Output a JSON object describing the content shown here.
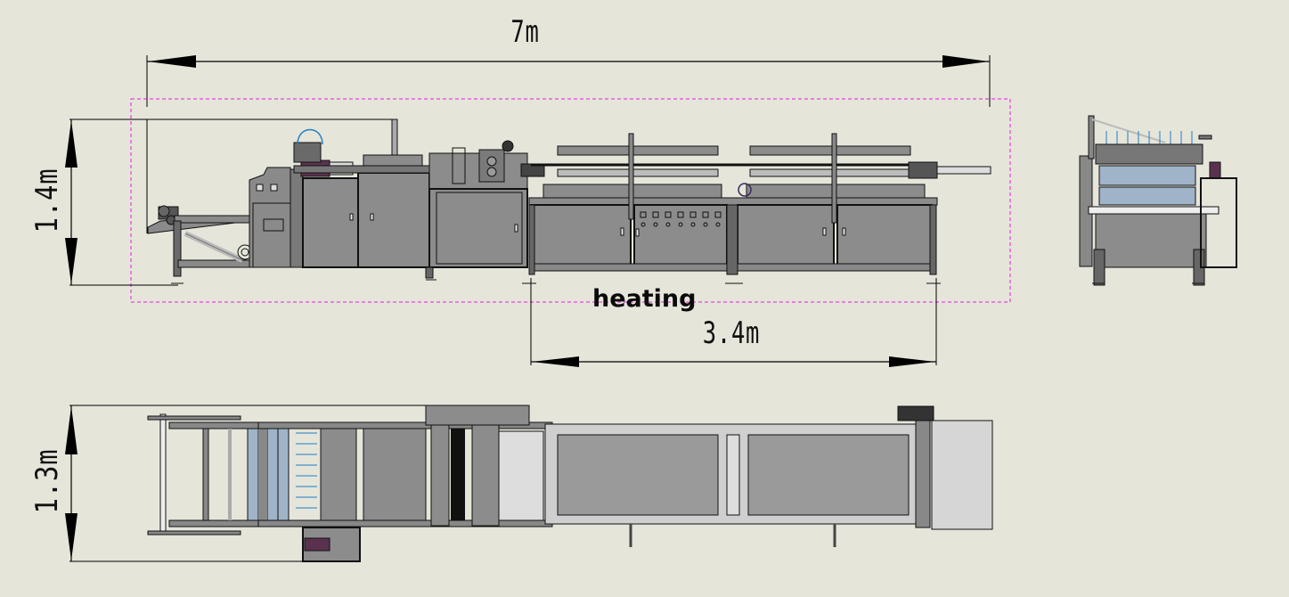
{
  "drawing": {
    "background": "#e6e5da",
    "views": [
      "front-elevation",
      "side-elevation",
      "top-plan"
    ]
  },
  "dimensions": {
    "overall_length": "7m",
    "height": "1.4m",
    "width": "1.3m",
    "heating_length": "3.4m"
  },
  "annotations": {
    "heating_label": "heating"
  },
  "colors": {
    "machine_body": "#8c8c8c",
    "machine_dark": "#5a5a5a",
    "outline": "#111111",
    "selection_box": "#e020e0",
    "roller_blue": "#9fb4c8",
    "accent_purple": "#5a3250",
    "cable_blue": "#1d7fc4"
  },
  "control_panel": {
    "buttons_count": 7
  }
}
